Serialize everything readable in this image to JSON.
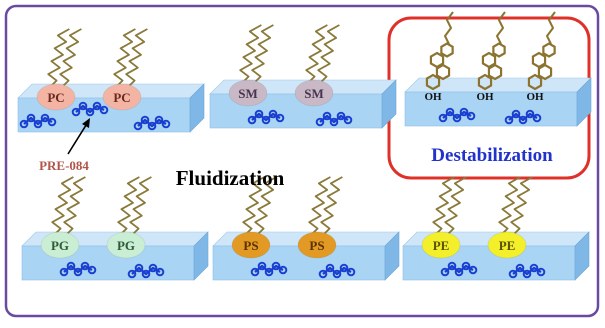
{
  "diagram": {
    "center_label": "Fluidization",
    "highlight_label": "Destabilization",
    "drug_label": "PRE-084",
    "hydroxyl_label": "OH",
    "colors": {
      "outer_border": "#6a4aa0",
      "highlight_border": "#e0302a",
      "highlight_text": "#2233cc",
      "drug_text": "#b05548",
      "drug_molecule": "#1a3fd0",
      "membrane_top": "#cfe6f8",
      "membrane_front": "#a9d4f3",
      "membrane_side": "#7fb7e6",
      "tail": "#8a7a3a",
      "cholesterol": "#8c7430"
    },
    "panels": [
      {
        "lipid": "PC",
        "color": "#f4b4a4",
        "text_color": "#6b2a20",
        "tails": 2,
        "pointer": true
      },
      {
        "lipid": "SM",
        "color": "#c9b8c6",
        "text_color": "#4a3550",
        "tails": 2
      },
      {
        "lipid": "",
        "color": "",
        "cholesterol": 3,
        "highlight": true
      },
      {
        "lipid": "PG",
        "color": "#c9eed4",
        "text_color": "#2e5a36",
        "tails": 2
      },
      {
        "lipid": "PS",
        "color": "#e39a25",
        "text_color": "#5a3300",
        "tails": 2
      },
      {
        "lipid": "PE",
        "color": "#f3ef2a",
        "text_color": "#5a5200",
        "tails": 2
      }
    ]
  }
}
